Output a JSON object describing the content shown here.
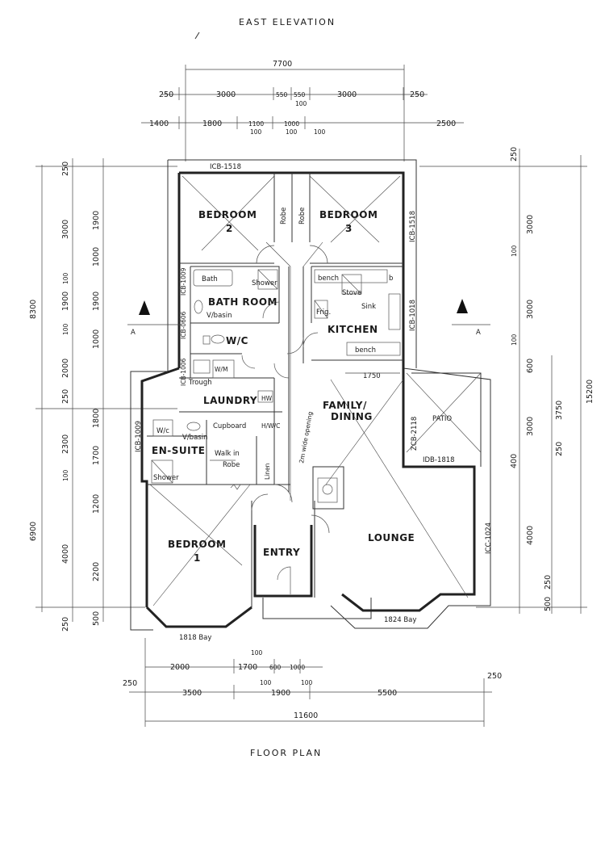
{
  "titles": {
    "top": "EAST ELEVATION",
    "bottom": "FLOOR PLAN"
  },
  "rooms": {
    "bedroom2": [
      "BEDROOM",
      "2"
    ],
    "bedroom3": [
      "BEDROOM",
      "3"
    ],
    "bathroom": "BATH ROOM",
    "kitchen": "KITCHEN",
    "wc": "W/C",
    "laundry": "LAUNDRY",
    "family": [
      "FAMILY/",
      "DINING"
    ],
    "patio": "PATIO",
    "ensuite": "EN-SUITE",
    "bedroom1": [
      "BEDROOM",
      "1"
    ],
    "entry": "ENTRY",
    "lounge": "LOUNGE"
  },
  "fixtures": {
    "robe_left": "Robe",
    "robe_right": "Robe",
    "bath": "Bath",
    "shower_bath": "Shower",
    "vbasin_bath": "V/basin",
    "bench_top": "bench",
    "stove": "Stove",
    "b": "b",
    "frig": "Frig.",
    "sink": "Sink",
    "bench_bottom": "bench",
    "wm": "W/M",
    "trough": "Trough",
    "hw": "HW",
    "wc_ensuite": "W/c",
    "vbasin_ensuite": "V/basin",
    "cupboard": "Cupboard",
    "hwc": "H/W/C",
    "shower_ensuite": "Shower",
    "walkin": [
      "Walk in",
      "Robe"
    ],
    "linen": "Linen",
    "opening": "2m wide opening"
  },
  "window_codes": {
    "icb1518_top": "ICB-1518",
    "icb1518_right": "ICB-1518",
    "icb1009_bath": "ICB-1009",
    "icb0606": "ICB-0606",
    "icb1006": "ICB-1006",
    "icb1018": "ICB-1018",
    "icb1009_ensuite": "ICB-1009",
    "zcb2118": "ZCB-2118",
    "idb1818": "IDB-1818",
    "icc1024": "ICC-1024",
    "bay1818": "1818 Bay",
    "bay1824": "1824 Bay",
    "dim1750": "1750"
  },
  "section_marks": {
    "left": "A",
    "right": "A"
  },
  "dims_top": {
    "overall": "7700",
    "row1": [
      "250",
      "3000",
      "550",
      "550",
      "3000",
      "250"
    ],
    "row1_sub": "100",
    "row2": [
      "1400",
      "1800",
      "1100",
      "1000",
      "100",
      "100",
      "100"
    ],
    "patio": "2500"
  },
  "dims_left": {
    "overall_upper": "8300",
    "overall_lower": "6900",
    "outer": [
      "250",
      "3000",
      "100",
      "1900",
      "100",
      "2000",
      "250",
      "2300",
      "100",
      "4000",
      "250"
    ],
    "inner": [
      "1900",
      "1000",
      "1900",
      "1000",
      "1800",
      "1700",
      "1200",
      "2200",
      "500"
    ]
  },
  "dims_right": {
    "overall": "15200",
    "outer": [
      "250",
      "3000",
      "100",
      "3000",
      "100",
      "600",
      "3000",
      "400",
      "4000",
      "250",
      "500"
    ],
    "inner": [
      "3750",
      "250"
    ]
  },
  "dims_bottom": {
    "row1": [
      "2000",
      "1700",
      "600",
      "1000"
    ],
    "row1_sub": "100",
    "row2": [
      "250",
      "3500",
      "1900",
      "5500",
      "250"
    ],
    "row2_sub": [
      "100",
      "100"
    ],
    "overall": "11600"
  }
}
